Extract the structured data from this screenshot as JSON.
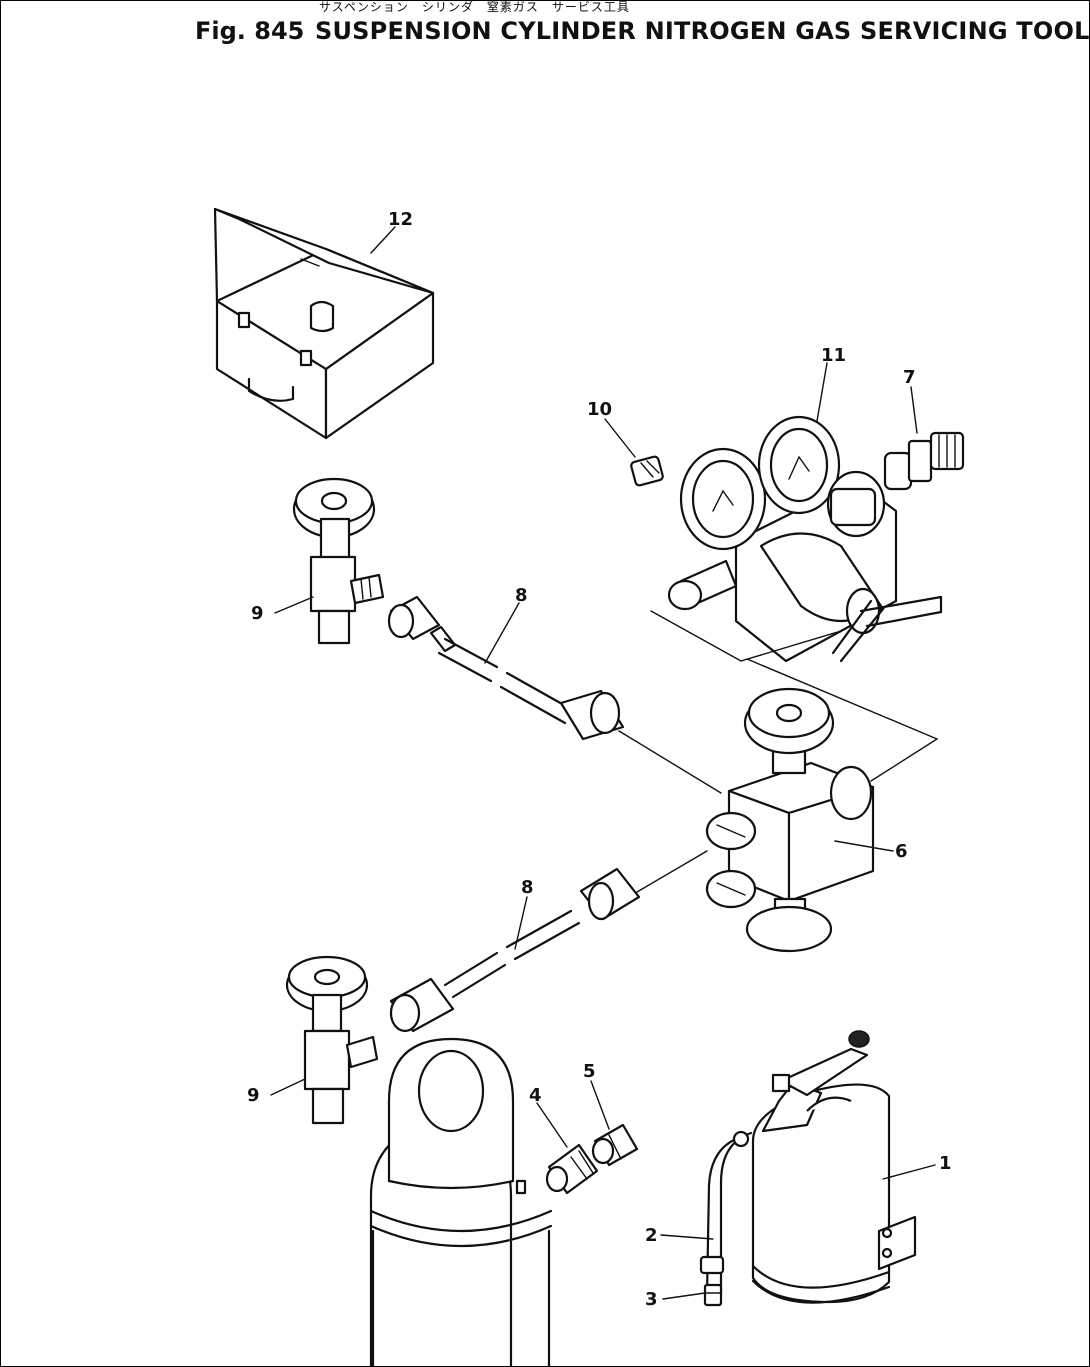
{
  "header": {
    "japanese_caption": "サスペンション　シリンダ　窒素ガス　サービス工具",
    "figure_number": "Fig. 845",
    "title": "SUSPENSION CYLINDER NITROGEN GAS SERVICING TOOL"
  },
  "callouts": [
    {
      "id": "c1",
      "label": "1"
    },
    {
      "id": "c2",
      "label": "2"
    },
    {
      "id": "c3",
      "label": "3"
    },
    {
      "id": "c4",
      "label": "4"
    },
    {
      "id": "c5",
      "label": "5"
    },
    {
      "id": "c6",
      "label": "6"
    },
    {
      "id": "c7",
      "label": "7"
    },
    {
      "id": "c8a",
      "label": "8"
    },
    {
      "id": "c8b",
      "label": "8"
    },
    {
      "id": "c9a",
      "label": "9"
    },
    {
      "id": "c9b",
      "label": "9"
    },
    {
      "id": "c10",
      "label": "10"
    },
    {
      "id": "c11",
      "label": "11"
    },
    {
      "id": "c12",
      "label": "12"
    }
  ]
}
